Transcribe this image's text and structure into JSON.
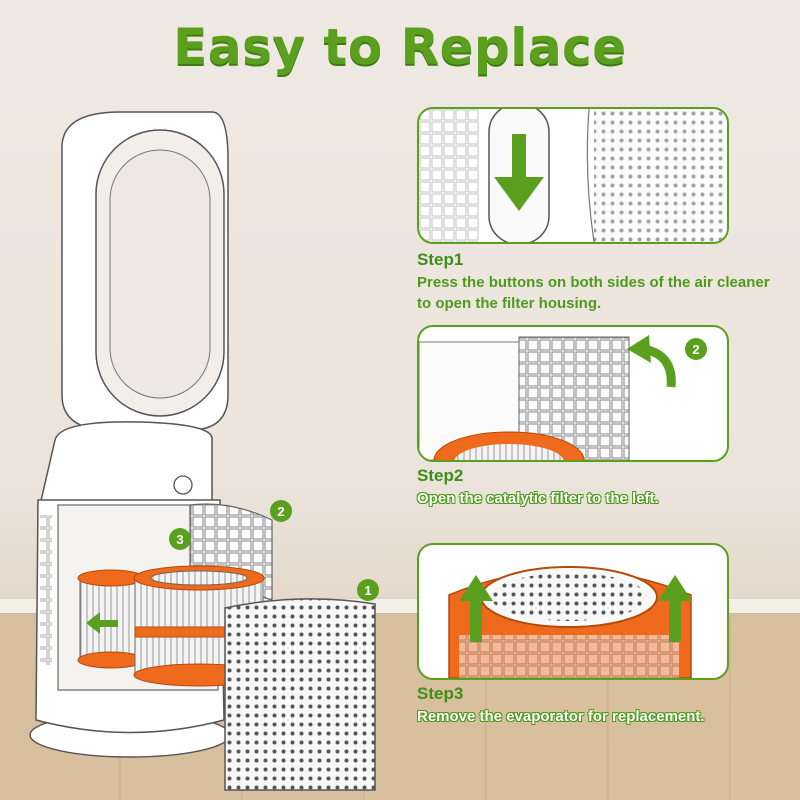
{
  "title": "Easy to Replace",
  "steps": [
    {
      "title": "Step1",
      "description": "Press the buttons on both sides of the air cleaner to open the filter housing."
    },
    {
      "title": "Step2",
      "description": "Open the catalytic filter to the left."
    },
    {
      "title": "Step3",
      "description": "Remove the evaporator for replacement."
    }
  ],
  "badges": {
    "one": "1",
    "two": "2",
    "three": "3"
  },
  "colors": {
    "accent": "#5aa01e",
    "filter_orange": "#f06a1e",
    "background": "#ece6df"
  },
  "icons": [
    "down-arrow-icon",
    "curved-left-arrow-icon",
    "up-arrow-icon",
    "left-arrow-icon"
  ]
}
